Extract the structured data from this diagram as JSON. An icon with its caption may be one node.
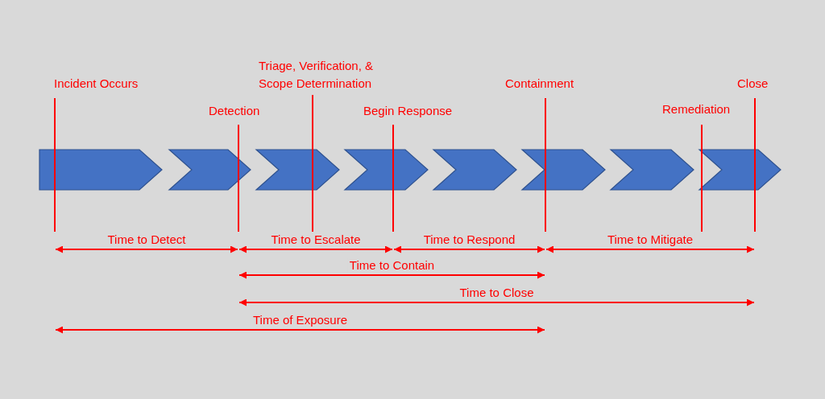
{
  "diagram": {
    "nodes": [
      {
        "text": [],
        "shape": "chevron"
      },
      {
        "text": [],
        "shape": "chevron"
      },
      {
        "text": [],
        "shape": "chevron"
      },
      {
        "text": [],
        "shape": "chevron"
      },
      {
        "text": [],
        "shape": "chevron"
      },
      {
        "text": [],
        "shape": "chevron"
      },
      {
        "text": [],
        "shape": "chevron"
      },
      {
        "text": [],
        "shape": "chevron"
      },
      {
        "text": [],
        "shape": "bar",
        "beside": [
          "Incident Occurs"
        ]
      },
      {
        "text": [],
        "shape": "bar",
        "beside": [
          "Detection"
        ]
      },
      {
        "text": [],
        "shape": "bar",
        "beside": [
          "Triage, Verification, & Scope Determination"
        ]
      },
      {
        "text": [],
        "shape": "bar",
        "beside": [
          "Begin Response"
        ]
      },
      {
        "text": [],
        "shape": "bar",
        "beside": [
          "Containment"
        ]
      },
      {
        "text": [],
        "shape": "bar",
        "beside": [
          "Remediation"
        ]
      },
      {
        "text": [],
        "shape": "bar",
        "beside": [
          "Close"
        ]
      }
    ],
    "edges": [
      {
        "from": 8,
        "to": 9,
        "arrow": "both",
        "label": "Time to Detect"
      },
      {
        "from": 9,
        "to": 11,
        "arrow": "both",
        "label": "Time to Escalate"
      },
      {
        "from": 11,
        "to": 12,
        "arrow": "both",
        "label": "Time to Respond"
      },
      {
        "from": 12,
        "to": 14,
        "arrow": "both",
        "label": "Time to Mitigate"
      },
      {
        "from": 9,
        "to": 12,
        "arrow": "both",
        "label": "Time to Contain"
      },
      {
        "from": 9,
        "to": 14,
        "arrow": "both",
        "label": "Time to Close"
      },
      {
        "from": 8,
        "to": 12,
        "arrow": "both",
        "label": "Time of Exposure"
      }
    ]
  }
}
